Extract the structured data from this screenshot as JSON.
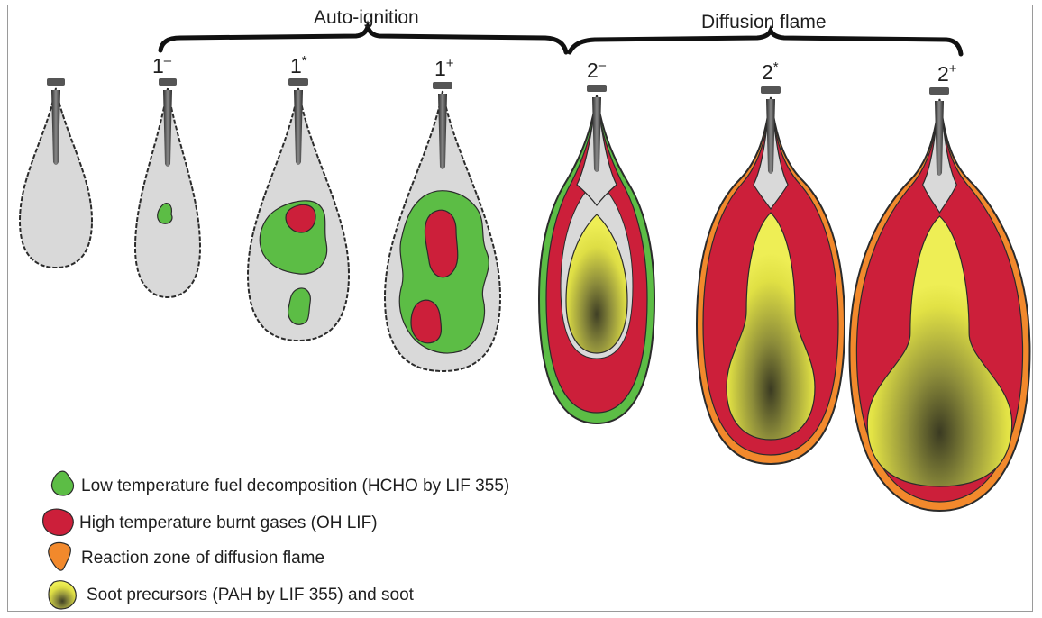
{
  "groups": {
    "auto_ignition": "Auto-ignition",
    "diffusion_flame": "Diffusion flame"
  },
  "stages": [
    {
      "num": "",
      "sup": ""
    },
    {
      "num": "1",
      "sup": "–"
    },
    {
      "num": "1",
      "sup": "*"
    },
    {
      "num": "1",
      "sup": "+"
    },
    {
      "num": "2",
      "sup": "–"
    },
    {
      "num": "2",
      "sup": "*"
    },
    {
      "num": "2",
      "sup": "+"
    }
  ],
  "legend": [
    {
      "label": "Low temperature fuel decomposition (HCHO by LIF 355)",
      "color": "#5cbd45"
    },
    {
      "label": "High temperature burnt gases (OH LIF)",
      "color": "#cc1f3a"
    },
    {
      "label": "Reaction zone of diffusion flame",
      "color": "#f2892c"
    },
    {
      "label": "Soot precursors (PAH by LIF 355) and soot",
      "color": "#d9d93a"
    }
  ],
  "colors": {
    "spray": "#d9d9d9",
    "outline": "#2b2b2b",
    "green": "#5cbd45",
    "red": "#cc1f3a",
    "orange": "#f2892c",
    "yellow": "#e9e84a",
    "nozzle": "#555555"
  }
}
